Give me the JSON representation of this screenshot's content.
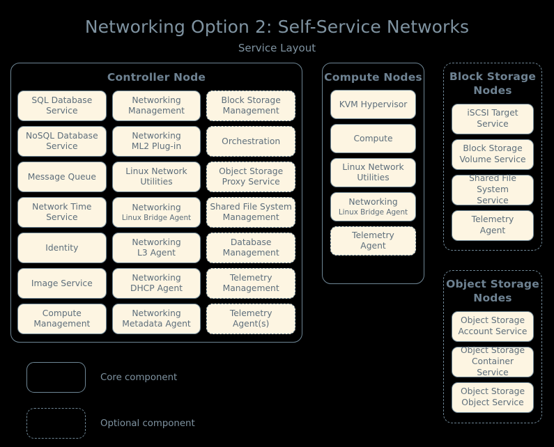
{
  "header": {
    "title": "Networking Option 2: Self-Service Networks",
    "subtitle": "Service Layout"
  },
  "colors": {
    "background": "#000000",
    "card_fill": "#fdf5e2",
    "border": "#6f8796",
    "card_text": "#5d6e7b",
    "heading_text": "#6e8292",
    "title_text": "#7f93a1"
  },
  "nodes": {
    "controller": {
      "title": "Controller Node",
      "style": "solid",
      "cards": [
        {
          "label": "SQL Database Service",
          "line1": "SQL Database",
          "line2": "Service",
          "style": "solid"
        },
        {
          "label": "Networking Management",
          "line1": "Networking",
          "line2": "Management",
          "style": "solid"
        },
        {
          "label": "Block Storage Management",
          "line1": "Block Storage",
          "line2": "Management",
          "style": "dashed"
        },
        {
          "label": "NoSQL Database Service",
          "line1": "NoSQL Database",
          "line2": "Service",
          "style": "solid"
        },
        {
          "label": "Networking ML2 Plug-in",
          "line1": "Networking",
          "line2": "ML2 Plug-in",
          "style": "solid"
        },
        {
          "label": "Orchestration",
          "line1": "Orchestration",
          "line2": "",
          "style": "dashed"
        },
        {
          "label": "Message Queue",
          "line1": "Message Queue",
          "line2": "",
          "style": "solid"
        },
        {
          "label": "Linux Network Utilities",
          "line1": "Linux Network",
          "line2": "Utilities",
          "style": "solid"
        },
        {
          "label": "Object Storage Proxy Service",
          "line1": "Object Storage",
          "line2": "Proxy Service",
          "style": "dashed"
        },
        {
          "label": "Network Time Service",
          "line1": "Network Time",
          "line2": "Service",
          "style": "solid"
        },
        {
          "label": "Networking Linux Bridge Agent",
          "line1": "Networking",
          "line2": "Linux Bridge Agent",
          "line2_small": true,
          "style": "solid"
        },
        {
          "label": "Shared File System Management",
          "line1": "Shared File System",
          "line2": "Management",
          "style": "dashed"
        },
        {
          "label": "Identity",
          "line1": "Identity",
          "line2": "",
          "style": "solid"
        },
        {
          "label": "Networking L3 Agent",
          "line1": "Networking",
          "line2": "L3 Agent",
          "style": "solid"
        },
        {
          "label": "Database Management",
          "line1": "Database",
          "line2": "Management",
          "style": "dashed"
        },
        {
          "label": "Image Service",
          "line1": "Image Service",
          "line2": "",
          "style": "solid"
        },
        {
          "label": "Networking DHCP Agent",
          "line1": "Networking",
          "line2": "DHCP Agent",
          "style": "solid"
        },
        {
          "label": "Telemetry Management",
          "line1": "Telemetry",
          "line2": "Management",
          "style": "dashed"
        },
        {
          "label": "Compute Management",
          "line1": "Compute",
          "line2": "Management",
          "style": "solid"
        },
        {
          "label": "Networking Metadata Agent",
          "line1": "Networking",
          "line2": "Metadata Agent",
          "style": "solid"
        },
        {
          "label": "Telemetry Agent(s)",
          "line1": "Telemetry",
          "line2": "Agent(s)",
          "style": "dashed"
        }
      ]
    },
    "compute": {
      "title_line1": "Compute",
      "title_line2": "Nodes",
      "style": "solid",
      "cards": [
        {
          "label": "KVM Hypervisor",
          "line1": "KVM Hypervisor",
          "line2": "",
          "style": "solid"
        },
        {
          "label": "Compute",
          "line1": "Compute",
          "line2": "",
          "style": "solid"
        },
        {
          "label": "Linux Network Utilities",
          "line1": "Linux Network",
          "line2": "Utilities",
          "style": "solid"
        },
        {
          "label": "Networking Linux Bridge Agent",
          "line1": "Networking",
          "line2": "Linux Bridge Agent",
          "line2_small": true,
          "style": "solid"
        },
        {
          "label": "Telemetry Agent",
          "line1": "Telemetry",
          "line2": "Agent",
          "style": "dashed"
        }
      ]
    },
    "block_storage": {
      "title_line1": "Block Storage",
      "title_line2": "Nodes",
      "style": "dashed",
      "cards": [
        {
          "label": "iSCSI Target Service",
          "line1": "iSCSI Target",
          "line2": "Service",
          "style": "solid"
        },
        {
          "label": "Block Storage Volume Service",
          "line1": "Block Storage",
          "line2": "Volume Service",
          "style": "solid"
        },
        {
          "label": "Shared File System Service",
          "line1": "Shared File System",
          "line2": "Service",
          "style": "solid"
        },
        {
          "label": "Telemetry Agent",
          "line1": "Telemetry",
          "line2": "Agent",
          "style": "solid"
        }
      ]
    },
    "object_storage": {
      "title_line1": "Object",
      "title_line2": "Storage Nodes",
      "style": "dashed",
      "cards": [
        {
          "label": "Object Storage Account Service",
          "line1": "Object Storage",
          "line2": "Account Service",
          "style": "solid"
        },
        {
          "label": "Object Storage Container Service",
          "line1": "Object Storage",
          "line2": "Container Service",
          "style": "solid"
        },
        {
          "label": "Object Storage Object Service",
          "line1": "Object Storage",
          "line2": "Object Service",
          "style": "solid"
        }
      ]
    }
  },
  "legend": {
    "items": [
      {
        "label": "Core component",
        "style": "solid"
      },
      {
        "label": "Optional component",
        "style": "dashed"
      }
    ]
  }
}
